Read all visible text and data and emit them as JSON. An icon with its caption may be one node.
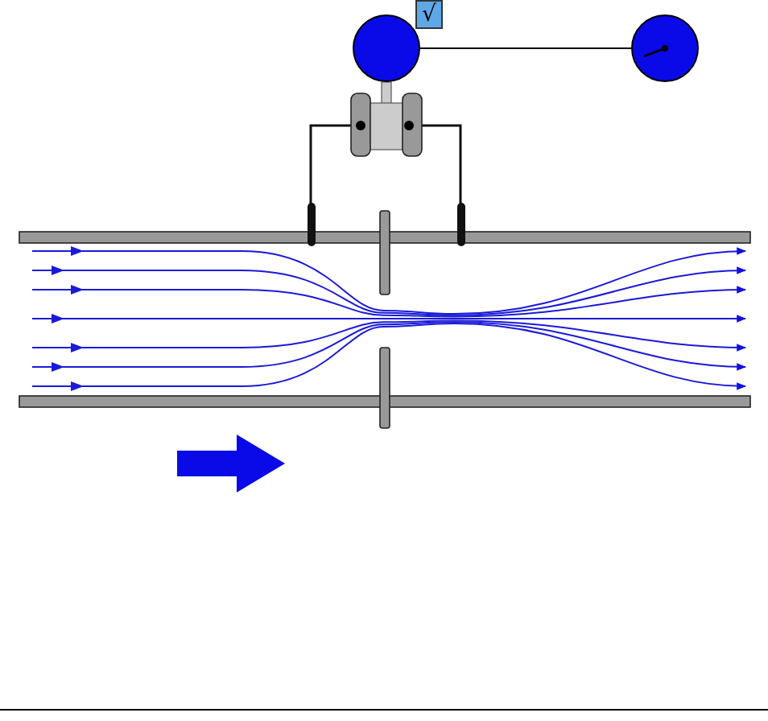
{
  "diagram": {
    "nodes": [
      {
        "text": [],
        "shape": "circle"
      },
      {
        "text": [],
        "shape": "circle"
      }
    ],
    "edges": [
      {
        "from": 0,
        "to": 1,
        "arrow": "none"
      }
    ],
    "labels": [
      "√"
    ]
  }
}
